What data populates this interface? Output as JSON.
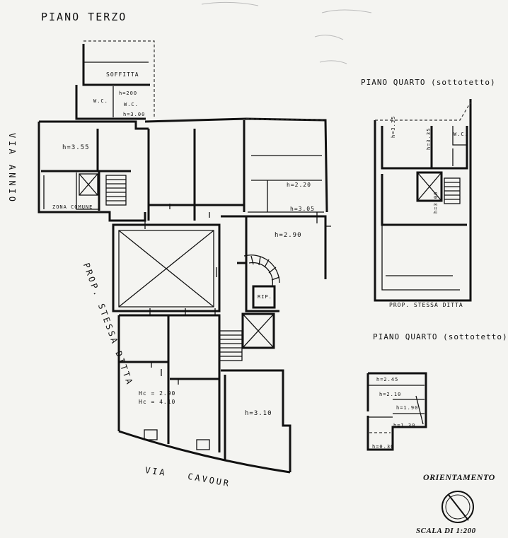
{
  "headings": {
    "piano_terzo": "PIANO TERZO",
    "piano_quarto_1": "PIANO QUARTO (sottotetto)",
    "piano_quarto_2": "PIANO QUARTO (sottotetto)"
  },
  "streets": {
    "via_annio": "VIA ANNIO",
    "via_cavour_1": "VIA",
    "via_cavour_2": "CAVOUR",
    "prop_stessa_ditta_side": "PROP. STESSA DITTA",
    "prop_stessa_ditta_small": "PROP. STESSA DITTA"
  },
  "rooms": {
    "soffitta": "SOFFITTA",
    "wc1": "W.C.",
    "wc2": "W.C.",
    "h200": "h=200",
    "h300": "h=3.00",
    "h355": "h=3.55",
    "zona_comune": "ZONA COMUNE",
    "h220": "h=2.20",
    "h305": "h=3.05",
    "h290": "h=2.90",
    "rip": "RIP.",
    "hc290": "Hc = 2.90",
    "hc410": "Hc = 4.10",
    "h310": "h=3.10",
    "q_h335": "h=3.35",
    "q_h335b": "h=3.35",
    "q_wc": "W.C.",
    "q_h300": "h=3.00",
    "s_h245": "h=2.45",
    "s_h210": "h=2.10",
    "s_h190": "h=1.90",
    "s_h130": "h=1.30",
    "s_h030": "h=0.30"
  },
  "legend": {
    "orientamento": "ORIENTAMENTO",
    "scala": "SCALA DI 1:200"
  },
  "icons": {
    "compass": "north-arrow-icon"
  }
}
